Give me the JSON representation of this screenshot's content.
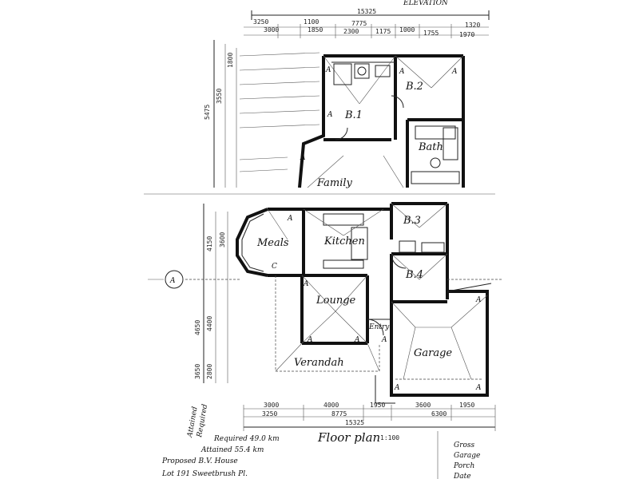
{
  "header": {
    "top_label": "ELEVATION",
    "top_total": "15325"
  },
  "top_dims": [
    "3250",
    "3000",
    "1100",
    "1850",
    "7775",
    "2300",
    "1175",
    "1000",
    "1755",
    "1320",
    "1970"
  ],
  "left_dims_upper": [
    "5475",
    "3550",
    "1800"
  ],
  "left_dims_lower": [
    "4150",
    "3600",
    "4650",
    "4400",
    "3650",
    "2800"
  ],
  "rooms": {
    "b1": "B.1",
    "b2": "B.2",
    "bath": "Bath",
    "family": "Family",
    "meals": "Meals",
    "kitchen": "Kitchen",
    "b3": "B.3",
    "b4": "B.4",
    "lounge": "Lounge",
    "entry": "Entry",
    "garage": "Garage",
    "verandah": "Verandah"
  },
  "section_marker": "A",
  "bottom_dims": [
    "3000",
    "4000",
    "1950",
    "3600",
    "1950",
    "3250",
    "8775",
    "6300"
  ],
  "bottom_total": "15325",
  "floor_plan_label": "Floor plan",
  "floor_plan_scale": "1:100",
  "area": {
    "required": "Required 49.0 km",
    "attained": "Attained 55.4 km",
    "side_attained": "Attained",
    "side_required": "Required"
  },
  "project": {
    "line1": "Proposed B.V. House",
    "line2": "Lot 191 Sweetbrush Pl."
  },
  "legend": [
    "Gross",
    "Garage",
    "Porch",
    "Date"
  ]
}
